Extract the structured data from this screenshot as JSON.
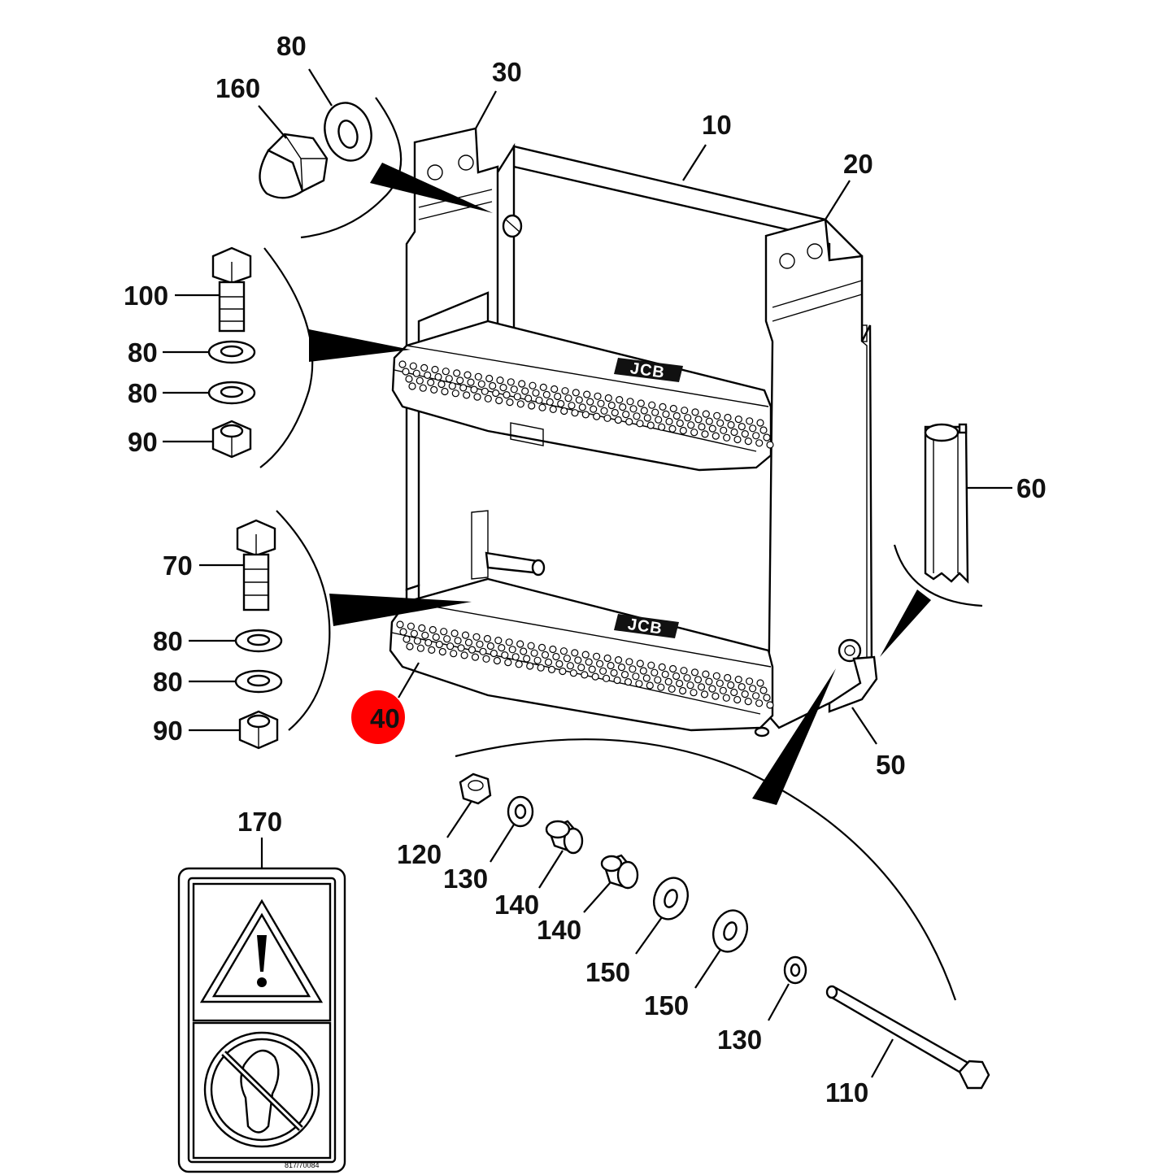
{
  "diagram": {
    "highlight_color": "#ff0000",
    "line_color": "#000000",
    "highlighted_part": "40",
    "callouts": [
      {
        "id": "c-80-top",
        "label": "80"
      },
      {
        "id": "c-160",
        "label": "160"
      },
      {
        "id": "c-30",
        "label": "30"
      },
      {
        "id": "c-10",
        "label": "10"
      },
      {
        "id": "c-20",
        "label": "20"
      },
      {
        "id": "c-100",
        "label": "100"
      },
      {
        "id": "c-80-a",
        "label": "80"
      },
      {
        "id": "c-80-b",
        "label": "80"
      },
      {
        "id": "c-90-a",
        "label": "90"
      },
      {
        "id": "c-60",
        "label": "60"
      },
      {
        "id": "c-70",
        "label": "70"
      },
      {
        "id": "c-80-c",
        "label": "80"
      },
      {
        "id": "c-80-d",
        "label": "80"
      },
      {
        "id": "c-90-b",
        "label": "90"
      },
      {
        "id": "c-40",
        "label": "40"
      },
      {
        "id": "c-50",
        "label": "50"
      },
      {
        "id": "c-170",
        "label": "170"
      },
      {
        "id": "c-120",
        "label": "120"
      },
      {
        "id": "c-130-a",
        "label": "130"
      },
      {
        "id": "c-140-a",
        "label": "140"
      },
      {
        "id": "c-140-b",
        "label": "140"
      },
      {
        "id": "c-150-a",
        "label": "150"
      },
      {
        "id": "c-150-b",
        "label": "150"
      },
      {
        "id": "c-130-b",
        "label": "130"
      },
      {
        "id": "c-110",
        "label": "110"
      }
    ],
    "step_logo_text": "JCB",
    "decal_code": "817/70084",
    "icons": [
      "acorn-nut-icon",
      "washer-icon",
      "hex-bolt-icon",
      "lock-nut-icon",
      "warning-triangle-icon",
      "no-step-icon",
      "seal-strip-icon",
      "long-bolt-icon",
      "bushing-icon"
    ]
  }
}
